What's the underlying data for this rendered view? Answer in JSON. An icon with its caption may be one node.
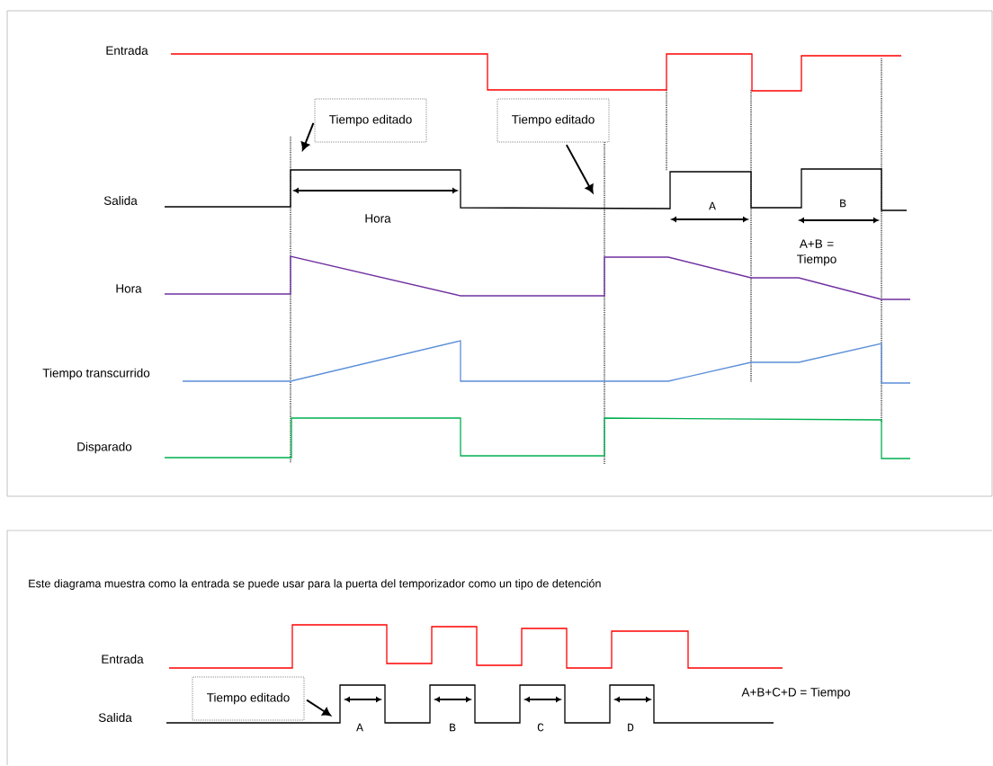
{
  "diagram": {
    "nodes": [
      {
        "text": [
          "Tiempo editado"
        ]
      },
      {
        "text": [
          "Tiempo editado"
        ]
      },
      {
        "text": [
          "Tiempo editado"
        ]
      }
    ],
    "edges": [
      {
        "from": 0,
        "to": null,
        "arrow": "to"
      },
      {
        "from": 1,
        "to": null,
        "arrow": "to"
      },
      {
        "from": 2,
        "to": null,
        "arrow": "to"
      }
    ],
    "labels": [
      "Entrada",
      "Salida",
      "Hora",
      "Tiempo transcurrido",
      "Disparado",
      "Hora",
      "A",
      "B",
      "A+B = Tiempo",
      "Este diagrama muestra como la entrada se puede usar para la puerta del temporizador como un tipo de detención",
      "Entrada",
      "Salida",
      "A",
      "B",
      "C",
      "D",
      "A+B+C+D = Tiempo"
    ]
  }
}
